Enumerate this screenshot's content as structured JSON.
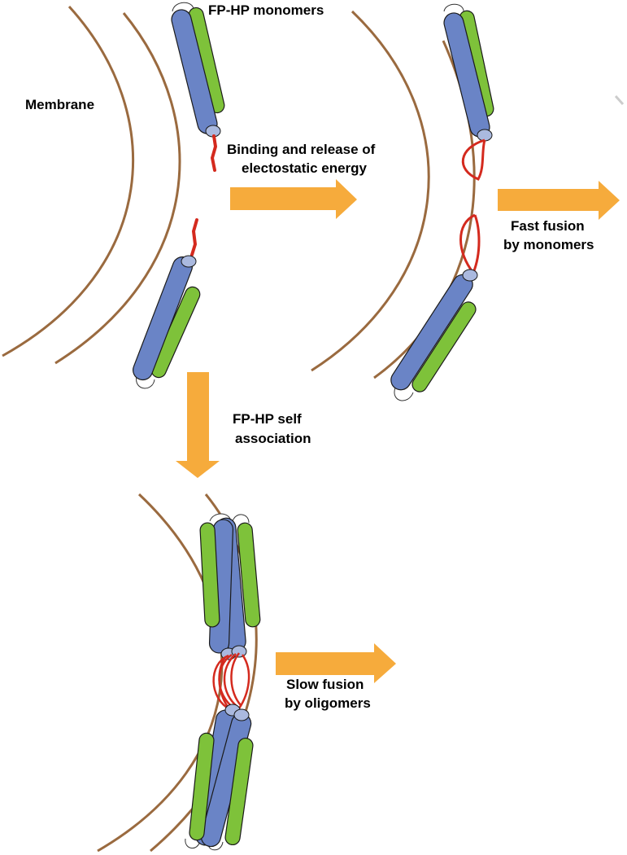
{
  "labels": {
    "monomers": "FP-HP monomers",
    "membrane": "Membrane",
    "binding_line1": "Binding and release of",
    "binding_line2": "electostatic energy",
    "fast_line1": "Fast fusion",
    "fast_line2": "by monomers",
    "self_line1": "FP-HP self",
    "self_line2": "association",
    "slow_line1": "Slow fusion",
    "slow_line2": "by oligomers"
  },
  "colors": {
    "membrane": "#9a6a3f",
    "helix_blue": "#6a84c6",
    "helix_blue_cap": "#aab9df",
    "helix_green": "#7ec23a",
    "helix_green_cap": "#b7df88",
    "fusion_peptide": "#d42a1e",
    "arrow": "#f6ab3c",
    "outline": "#1a1a1a"
  }
}
